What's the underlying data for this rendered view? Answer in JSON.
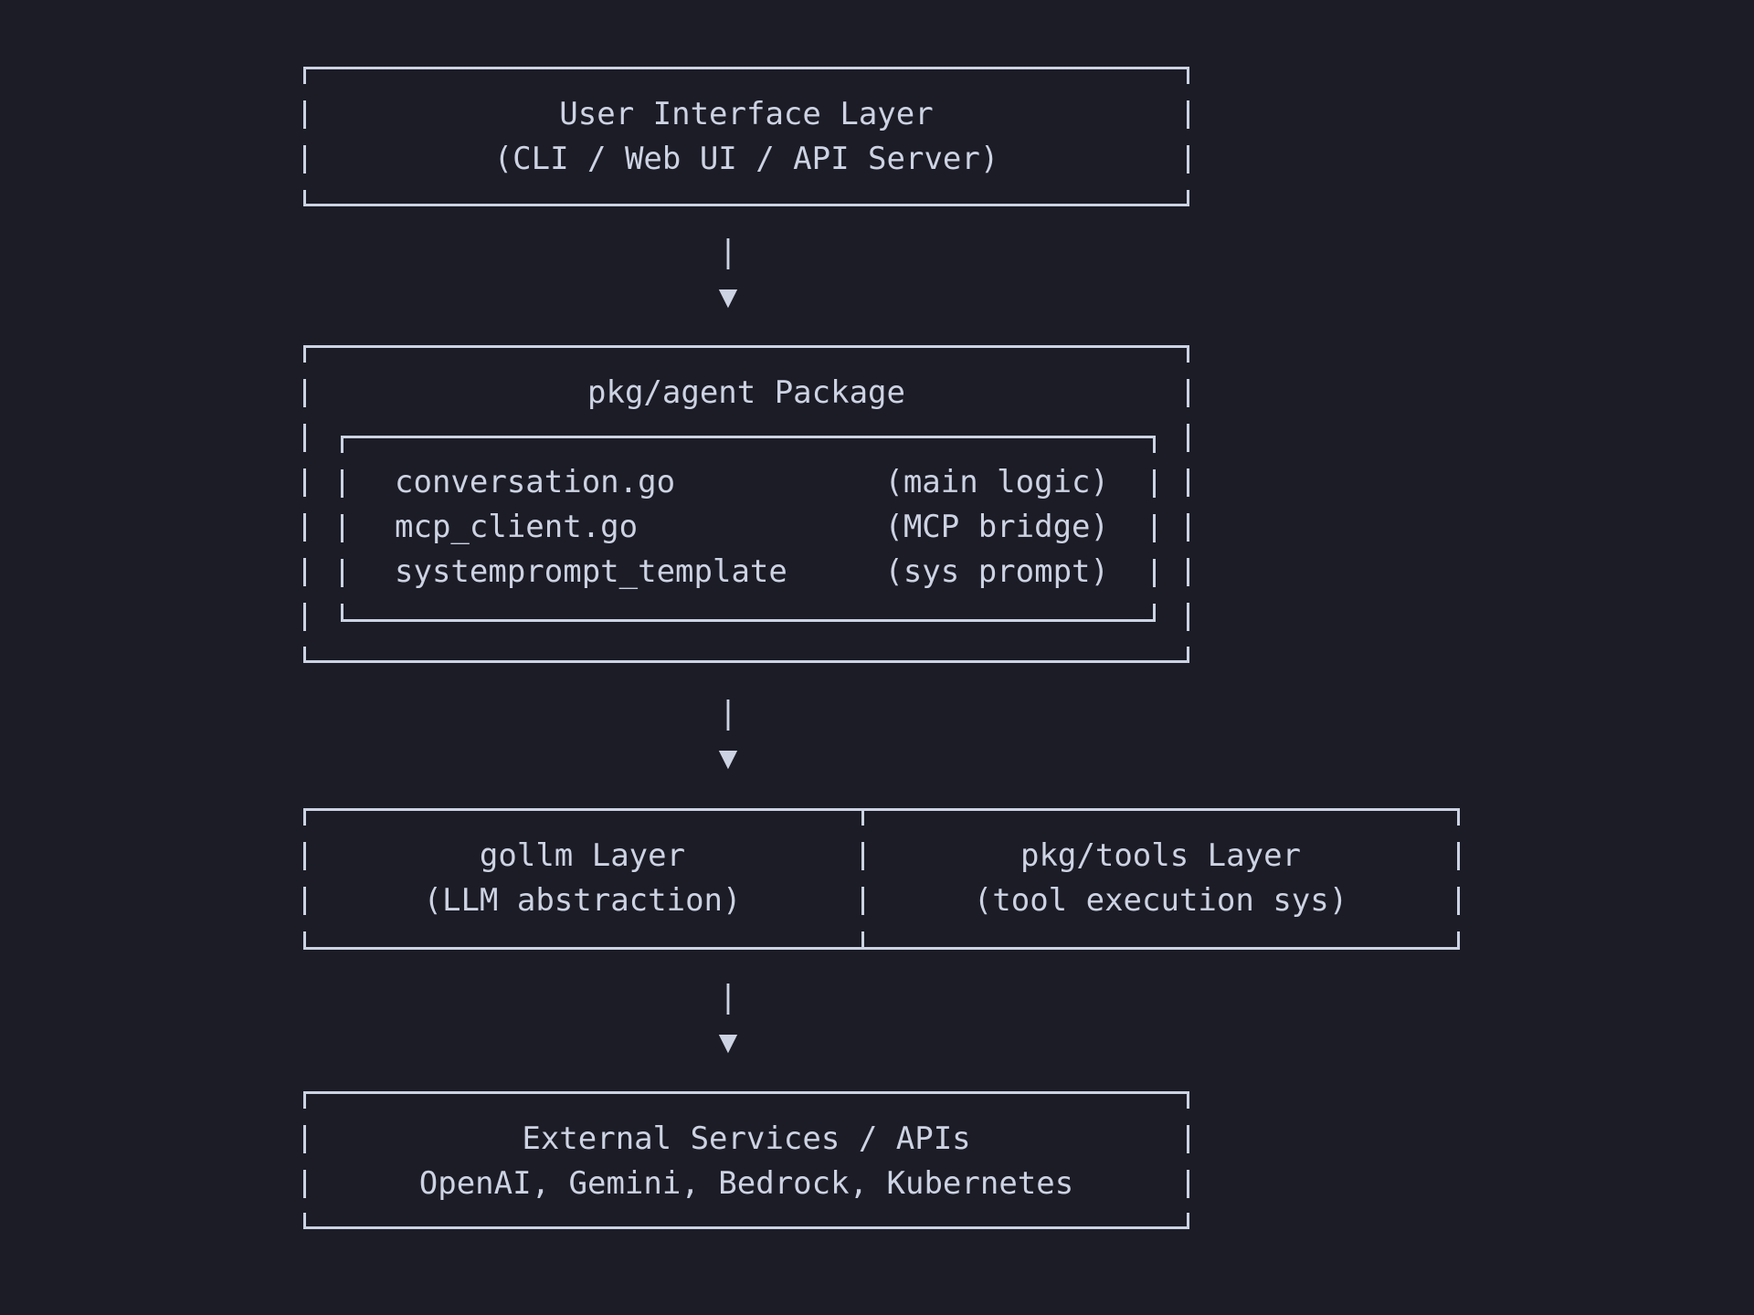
{
  "theme": {
    "background": "#1b1c26",
    "line_color": "#ccd3e3",
    "text_color": "#cdd3e3"
  },
  "boxes": {
    "ui": {
      "title": "User Interface Layer",
      "subtitle": "(CLI / Web UI / API Server)"
    },
    "agent": {
      "title": "pkg/agent Package",
      "files": [
        {
          "name": "conversation.go",
          "note": "(main logic)"
        },
        {
          "name": "mcp_client.go",
          "note": "(MCP bridge)"
        },
        {
          "name": "systemprompt_template",
          "note": "(sys prompt)"
        }
      ]
    },
    "gollm": {
      "title": "gollm Layer",
      "subtitle": "(LLM abstraction)"
    },
    "tools": {
      "title": "pkg/tools Layer",
      "subtitle": "(tool execution sys)"
    },
    "external": {
      "title": "External Services / APIs",
      "subtitle": "OpenAI, Gemini, Bedrock, Kubernetes"
    }
  },
  "arrow": {
    "shaft": "|",
    "head": "▼"
  }
}
